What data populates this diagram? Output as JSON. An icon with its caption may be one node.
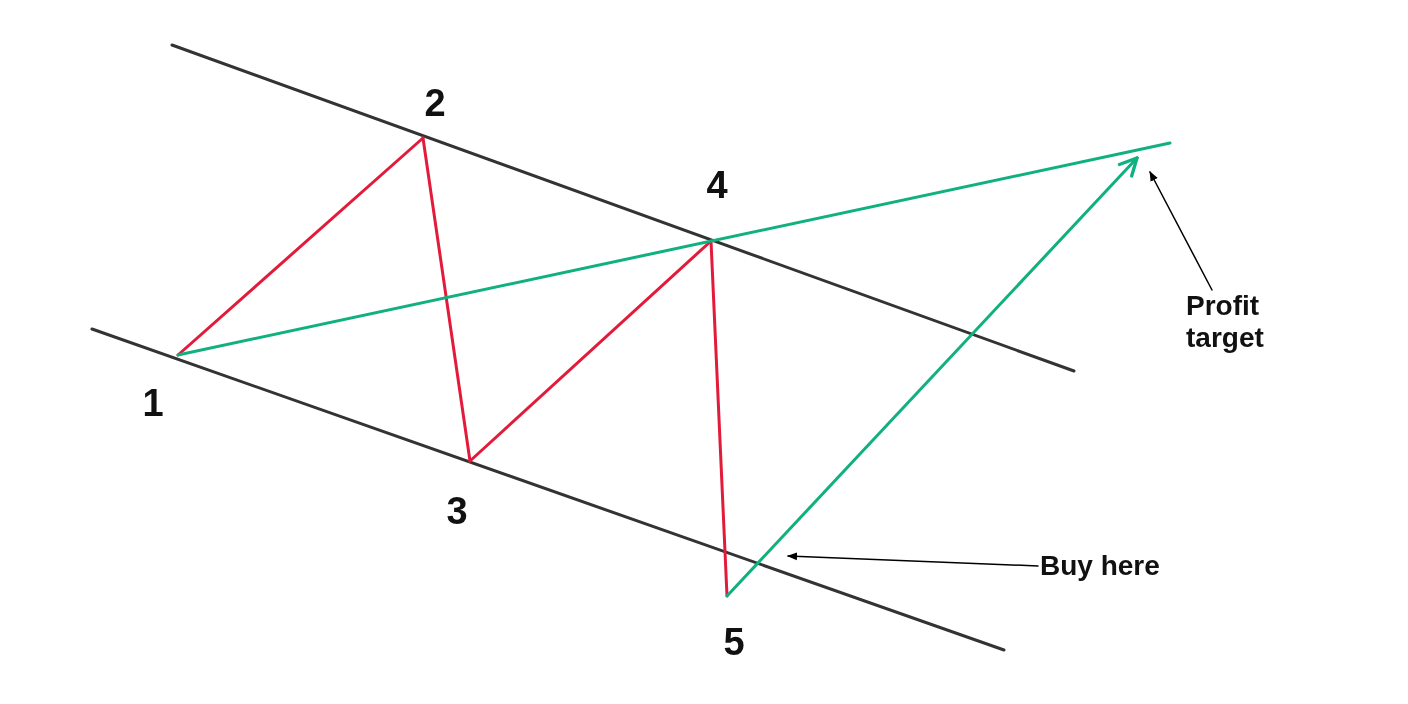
{
  "diagram": {
    "nodes": [
      {
        "text": [
          "1"
        ]
      },
      {
        "text": [
          "2"
        ]
      },
      {
        "text": [
          "3"
        ]
      },
      {
        "text": [
          "4"
        ]
      },
      {
        "text": [
          "5"
        ]
      },
      {
        "text": [
          "Profit target"
        ]
      },
      {
        "text": [
          "Buy here"
        ]
      }
    ],
    "edges": [
      {
        "from": 0,
        "to": 1,
        "arrow": "none"
      },
      {
        "from": 1,
        "to": 2,
        "arrow": "none"
      },
      {
        "from": 2,
        "to": 3,
        "arrow": "none"
      },
      {
        "from": 3,
        "to": 4,
        "arrow": "none"
      },
      {
        "from": 0,
        "to": null,
        "arrow": "none",
        "color": "#10b07f"
      },
      {
        "from": 4,
        "to": null,
        "arrow": "to",
        "color": "#10b07f"
      },
      {
        "from": 5,
        "to": null,
        "arrow": "to",
        "color": "#000000"
      },
      {
        "from": 6,
        "to": null,
        "arrow": "to",
        "color": "#000000"
      }
    ]
  }
}
